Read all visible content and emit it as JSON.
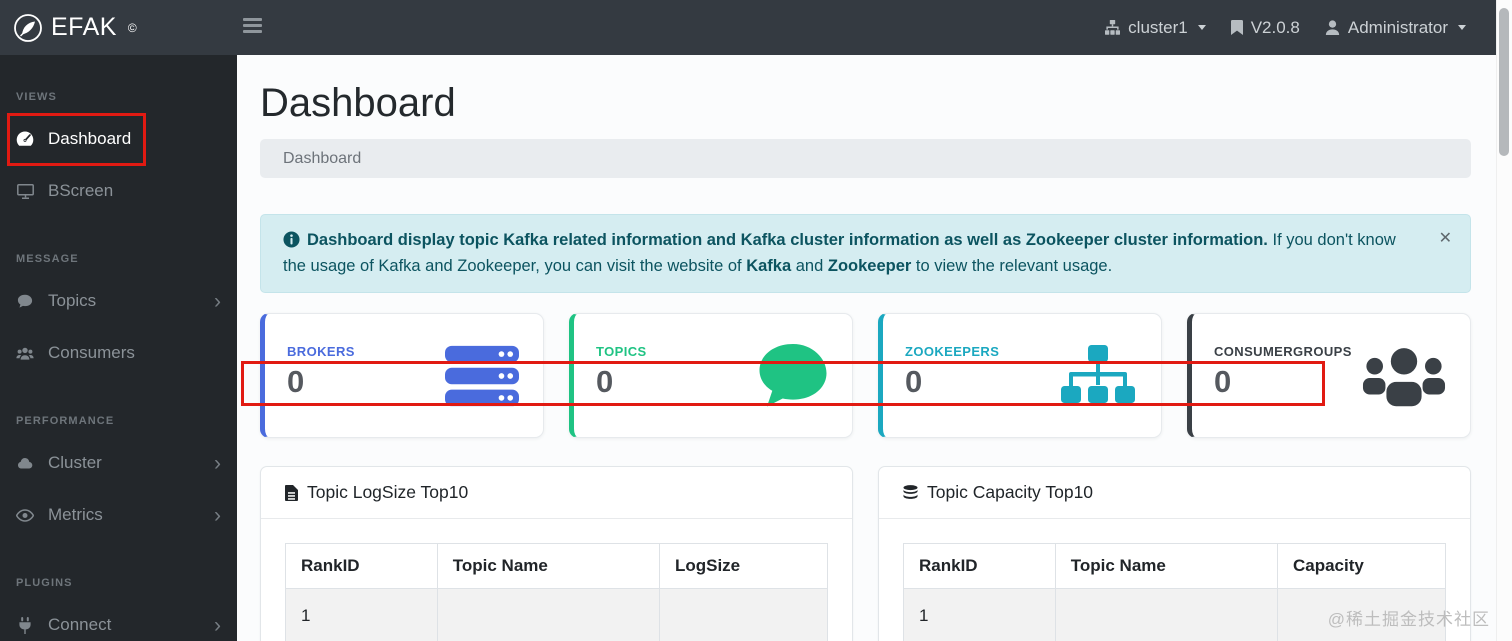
{
  "navbar": {
    "brand": "EFAK",
    "brand_sup": "©",
    "cluster": "cluster1",
    "version": "V2.0.8",
    "user": "Administrator"
  },
  "sidebar": {
    "sections": [
      {
        "header": "VIEWS",
        "items": [
          {
            "label": "Dashboard"
          },
          {
            "label": "BScreen"
          }
        ]
      },
      {
        "header": "MESSAGE",
        "items": [
          {
            "label": "Topics"
          },
          {
            "label": "Consumers"
          }
        ]
      },
      {
        "header": "PERFORMANCE",
        "items": [
          {
            "label": "Cluster"
          },
          {
            "label": "Metrics"
          }
        ]
      },
      {
        "header": "PLUGINS",
        "items": [
          {
            "label": "Connect"
          }
        ]
      }
    ],
    "chevron": "›"
  },
  "main": {
    "title": "Dashboard",
    "breadcrumb": "Dashboard",
    "alert": {
      "bold": "Dashboard display topic Kafka related information and Kafka cluster information as well as Zookeeper cluster information.",
      "text1": " If you don't know the usage of Kafka and Zookeeper, you can visit the website of ",
      "kafka": "Kafka",
      "text2": " and ",
      "zookeeper": "Zookeeper",
      "text3": " to view the relevant usage.",
      "close": "✕"
    },
    "stats": [
      {
        "label": "BROKERS",
        "value": "0",
        "color": "#4a6bdd"
      },
      {
        "label": "TOPICS",
        "value": "0",
        "color": "#1fc383"
      },
      {
        "label": "ZOOKEEPERS",
        "value": "0",
        "color": "#1ba8c0"
      },
      {
        "label": "CONSUMERGROUPS",
        "value": "0",
        "color": "#3a4046"
      }
    ],
    "panels": [
      {
        "title": "Topic LogSize Top10",
        "columns": [
          "RankID",
          "Topic Name",
          "LogSize"
        ],
        "rows": [
          [
            "1",
            "",
            ""
          ]
        ]
      },
      {
        "title": "Topic Capacity Top10",
        "columns": [
          "RankID",
          "Topic Name",
          "Capacity"
        ],
        "rows": [
          [
            "1",
            "",
            ""
          ]
        ]
      }
    ]
  },
  "watermark": "@稀土掘金技术社区",
  "colors": {
    "navbar_bg": "#343a41",
    "sidebar_bg": "#23272b",
    "alert_bg": "#d5edf1",
    "alert_text": "#0c5460",
    "annotation_red": "#e11a12"
  }
}
